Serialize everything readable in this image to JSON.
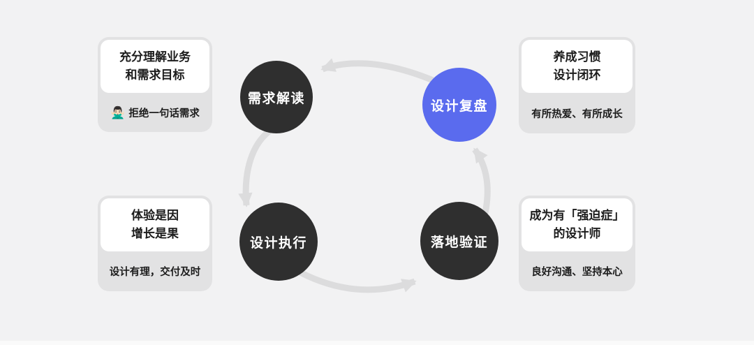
{
  "colors": {
    "background": "#F2F2F3",
    "card_background": "#E2E2E3",
    "panel_white": "#FFFFFF",
    "node_dark": "#2F2F2F",
    "node_blue": "#5A6BEE",
    "node_text": "#FFFFFF",
    "arrow_gray": "#DCDCDD",
    "text_dark": "#1C1C1C"
  },
  "cycle": {
    "nodes": [
      {
        "id": "requirement",
        "label": "需求解读",
        "variant": "dark",
        "position": "top-left"
      },
      {
        "id": "review",
        "label": "设计复盘",
        "variant": "blue",
        "position": "top-right"
      },
      {
        "id": "execution",
        "label": "设计执行",
        "variant": "dark",
        "position": "bottom-left"
      },
      {
        "id": "validation",
        "label": "落地验证",
        "variant": "dark",
        "position": "bottom-right"
      }
    ],
    "arrows": [
      {
        "from": "设计复盘",
        "to": "需求解读"
      },
      {
        "from": "需求解读",
        "to": "设计执行"
      },
      {
        "from": "设计执行",
        "to": "落地验证"
      },
      {
        "from": "落地验证",
        "to": "设计复盘"
      }
    ]
  },
  "cards": [
    {
      "position": "top-left",
      "title_line1": "充分理解业务",
      "title_line2": "和需求目标",
      "caption_emoji": "🙅🏻‍♂️",
      "caption_text": "拒绝一句话需求"
    },
    {
      "position": "top-right",
      "title_line1": "养成习惯",
      "title_line2": "设计闭环",
      "caption_text": "有所热爱、有所成长"
    },
    {
      "position": "bottom-left",
      "title_line1": "体验是因",
      "title_line2": "增长是果",
      "caption_text": "设计有理，交付及时"
    },
    {
      "position": "bottom-right",
      "title_line1": "成为有「强迫症」",
      "title_line2": "的设计师",
      "caption_text": "良好沟通、坚持本心"
    }
  ]
}
